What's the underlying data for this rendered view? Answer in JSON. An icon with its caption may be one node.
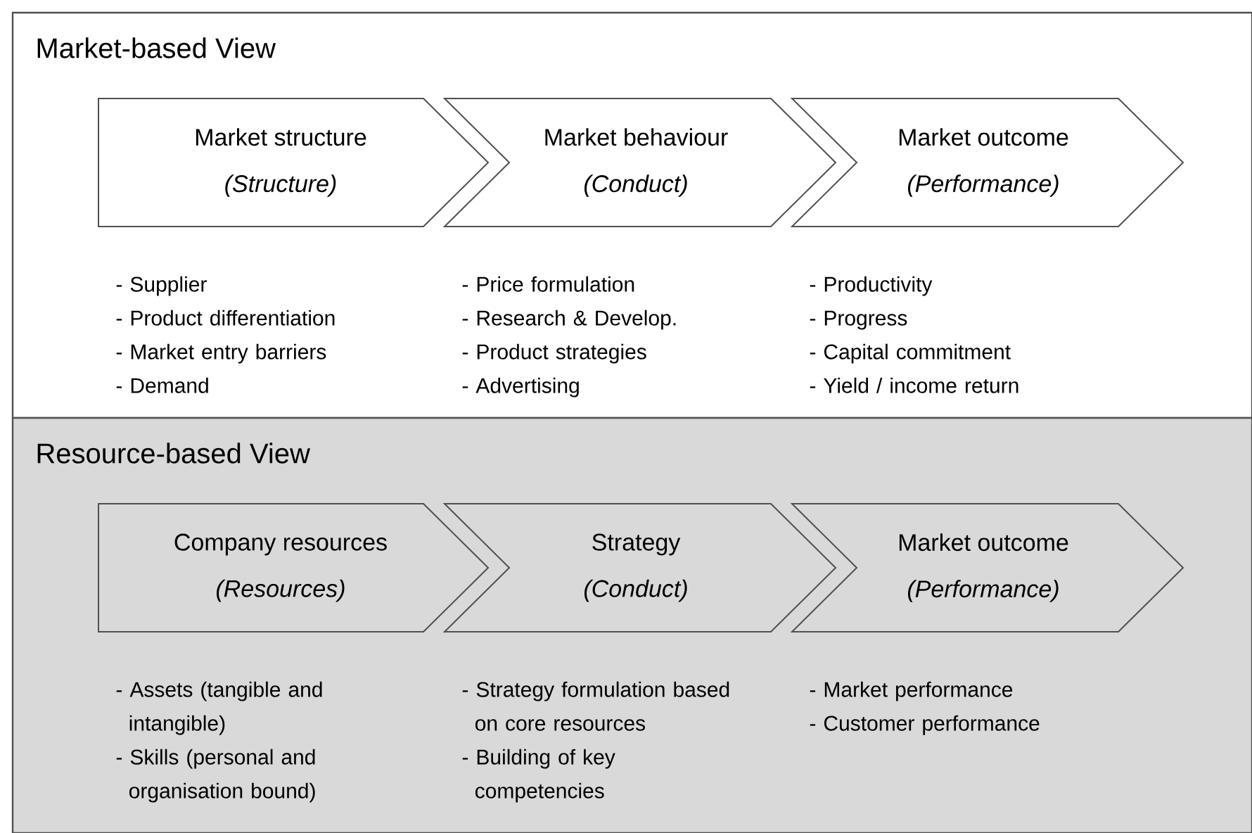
{
  "diagram": {
    "nodes": [
      {
        "text": [
          "Market-based View"
        ]
      },
      {
        "text": [
          "Market structure",
          "(Structure)"
        ],
        "in": 0,
        "beside": [
          "- Supplier",
          "- Product differentiation",
          "- Market entry barriers",
          "- Demand"
        ]
      },
      {
        "text": [
          "Market behaviour",
          "(Conduct)"
        ],
        "in": 0,
        "beside": [
          "- Price formulation",
          "- Research & Develop.",
          "- Product strategies",
          "- Advertising"
        ]
      },
      {
        "text": [
          "Market outcome",
          "(Performance)"
        ],
        "in": 0,
        "beside": [
          "- Productivity",
          "- Progress",
          "- Capital commitment",
          "- Yield / income return"
        ]
      },
      {
        "text": [
          "Resource-based View"
        ]
      },
      {
        "text": [
          "Company resources",
          "(Resources)"
        ],
        "in": 4,
        "beside": [
          "- Assets (tangible and intangible)",
          "- Skills (personal and organisation bound)"
        ]
      },
      {
        "text": [
          "Strategy",
          "(Conduct)"
        ],
        "in": 4,
        "beside": [
          "- Strategy formulation based on core resources",
          "- Building of key competencies"
        ]
      },
      {
        "text": [
          "Market outcome",
          "(Performance)"
        ],
        "in": 4,
        "beside": [
          "- Market performance",
          "- Customer performance"
        ]
      }
    ]
  }
}
